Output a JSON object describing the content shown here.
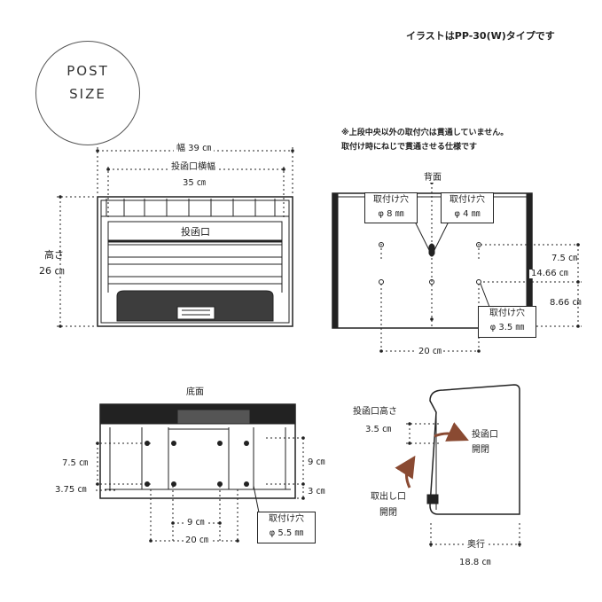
{
  "header_note": "イラストはPP-30(W)タイプです",
  "badge": {
    "line1": "POST",
    "line2": "SIZE"
  },
  "notes": {
    "line1": "※上段中央以外の取付穴は貫通していません。",
    "line2": "取付け時にねじで貫通させる仕様です"
  },
  "front": {
    "width_label": "幅 39 ㎝",
    "slot_width_label": "投函口横幅",
    "slot_width_value": "35 ㎝",
    "height_label": "高さ",
    "height_value": "26 ㎝",
    "slot_label": "投函口"
  },
  "back": {
    "title": "背面",
    "hole_a_label": "取付け穴",
    "hole_a_size": "φ 8 ㎜",
    "hole_b_label": "取付け穴",
    "hole_b_size": "φ 4 ㎜",
    "hole_c_label": "取付け穴",
    "hole_c_size": "φ 3.5 ㎜",
    "dim_7_5": "7.5 ㎝",
    "dim_14_66": "14.66 ㎝",
    "dim_8_66": "8.66 ㎝",
    "dim_20": "20 ㎝"
  },
  "bottom": {
    "title": "底面",
    "dim_7_5": "7.5 ㎝",
    "dim_3_75": "3.75 ㎝",
    "dim_9_right": "9 ㎝",
    "dim_3": "3 ㎝",
    "dim_9": "9 ㎝",
    "dim_20": "20 ㎝",
    "hole_label": "取付け穴",
    "hole_size": "φ 5.5 ㎜"
  },
  "side": {
    "slot_height_label": "投函口高さ",
    "slot_height_value": "3.5 ㎝",
    "slot_open_label": "投函口",
    "slot_open_sub": "開閉",
    "takeout_label": "取出し口",
    "takeout_sub": "開閉",
    "depth_label": "奥行",
    "depth_value": "18.8 ㎝"
  },
  "colors": {
    "line": "#222222",
    "panel": "#3d3d3d",
    "arrow": "#8a4a32"
  }
}
